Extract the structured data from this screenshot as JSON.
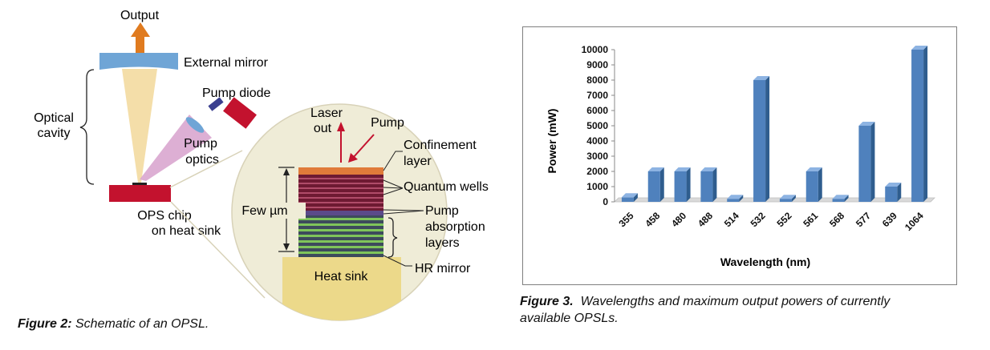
{
  "figure2": {
    "labels": {
      "output": "Output",
      "external_mirror": "External mirror",
      "optical_cavity_1": "Optical",
      "optical_cavity_2": "cavity",
      "pump_diode": "Pump diode",
      "pump_optics_1": "Pump",
      "pump_optics_2": "optics",
      "ops_chip_1": "OPS chip",
      "ops_chip_2": "on heat sink",
      "laser_out_1": "Laser",
      "laser_out_2": "out",
      "pump": "Pump",
      "confinement_1": "Confinement",
      "confinement_2": "layer",
      "quantum_wells": "Quantum wells",
      "few_um": "Few µm",
      "pump_absorption_1": "Pump",
      "pump_absorption_2": "absorption",
      "pump_absorption_3": "layers",
      "heat_sink": "Heat sink",
      "hr_mirror": "HR mirror"
    },
    "caption_label": "Figure 2:",
    "caption_text": " Schematic of an OPSL."
  },
  "figure3": {
    "caption_label": "Figure 3.",
    "caption_line1": "  Wavelengths and maximum output powers of currently",
    "caption_line2": "available OPSLs."
  },
  "chart_data": {
    "type": "bar",
    "categories": [
      "355",
      "458",
      "480",
      "488",
      "514",
      "532",
      "552",
      "561",
      "568",
      "577",
      "639",
      "1064"
    ],
    "values": [
      300,
      2000,
      2000,
      2000,
      200,
      8000,
      200,
      2000,
      200,
      5000,
      1000,
      10000
    ],
    "xlabel": "Wavelength (nm)",
    "ylabel": "Power (mW)",
    "ylim": [
      0,
      10000
    ],
    "yticks": [
      0,
      1000,
      2000,
      3000,
      4000,
      5000,
      6000,
      7000,
      8000,
      9000,
      10000
    ],
    "grid": false,
    "bar_color": "#4f81bd",
    "style": "3d"
  }
}
